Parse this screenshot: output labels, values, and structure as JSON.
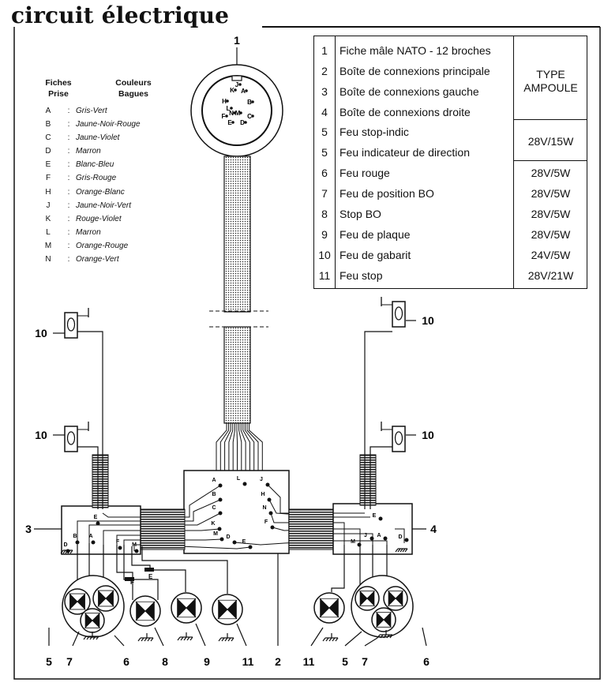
{
  "title": "circuit électrique",
  "legend": {
    "col1": [
      "Fiches",
      "Prise"
    ],
    "col2": [
      "Couleurs",
      "Bagues"
    ],
    "sep": ":",
    "rows": [
      {
        "letter": "A",
        "color": "Gris-Vert"
      },
      {
        "letter": "B",
        "color": "Jaune-Noir-Rouge"
      },
      {
        "letter": "C",
        "color": "Jaune-Violet"
      },
      {
        "letter": "D",
        "color": "Marron"
      },
      {
        "letter": "E",
        "color": "Blanc-Bleu"
      },
      {
        "letter": "F",
        "color": "Gris-Rouge"
      },
      {
        "letter": "H",
        "color": "Orange-Blanc"
      },
      {
        "letter": "J",
        "color": "Jaune-Noir-Vert"
      },
      {
        "letter": "K",
        "color": "Rouge-Violet"
      },
      {
        "letter": "L",
        "color": "Marron"
      },
      {
        "letter": "M",
        "color": "Orange-Rouge"
      },
      {
        "letter": "N",
        "color": "Orange-Vert"
      }
    ]
  },
  "parts_table": {
    "header": [
      "TYPE",
      "AMPOULE"
    ],
    "rows": [
      {
        "num": "1",
        "label": "Fiche mâle NATO - 12 broches",
        "rating": ""
      },
      {
        "num": "2",
        "label": "Boîte de connexions principale",
        "rating": ""
      },
      {
        "num": "3",
        "label": "Boîte de connexions gauche",
        "rating": ""
      },
      {
        "num": "4",
        "label": "Boîte de connexions droite",
        "rating": ""
      },
      {
        "num": "5",
        "label": "Feu stop-indic",
        "rating": "28V/15W"
      },
      {
        "num": "5",
        "label": "Feu indicateur de direction",
        "rating": ""
      },
      {
        "num": "6",
        "label": "Feu rouge",
        "rating": "28V/5W"
      },
      {
        "num": "7",
        "label": "Feu de position BO",
        "rating": "28V/5W"
      },
      {
        "num": "8",
        "label": "Stop BO",
        "rating": "28V/5W"
      },
      {
        "num": "9",
        "label": "Feu de plaque",
        "rating": "28V/5W"
      },
      {
        "num": "10",
        "label": "Feu de gabarit",
        "rating": "24V/5W"
      },
      {
        "num": "11",
        "label": "Feu stop",
        "rating": "28V/21W"
      }
    ]
  },
  "diagram": {
    "plug_number": "1",
    "plug_pins": [
      "A",
      "B",
      "C",
      "D",
      "E",
      "F",
      "H",
      "J",
      "K",
      "L",
      "M",
      "N"
    ],
    "box_main_pins": [
      "A",
      "B",
      "C",
      "D",
      "E",
      "F",
      "H",
      "J",
      "K",
      "L",
      "M",
      "N"
    ],
    "box_left_pins": [
      "B",
      "A",
      "D",
      "E",
      "F",
      "M"
    ],
    "box_right_pins": [
      "M",
      "J",
      "A",
      "D",
      "E"
    ],
    "wire_letters": [
      "F",
      "E"
    ],
    "callouts": {
      "box_left": "3",
      "box_right": "4",
      "box_main": "2",
      "gabarit_tl": "10",
      "gabarit_ml": "10",
      "gabarit_tr": "10",
      "gabarit_mr": "10",
      "bottom": [
        "5",
        "7",
        "6",
        "8",
        "9",
        "11",
        "2",
        "11",
        "5",
        "7",
        "6"
      ]
    }
  }
}
